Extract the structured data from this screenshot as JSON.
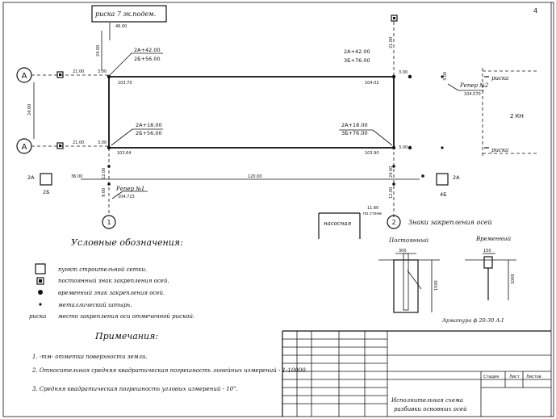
{
  "sheet": {
    "page_number": "4",
    "note_box": "риска 7 эк.подем.",
    "note_value": "46.00"
  },
  "axes": {
    "row_A_top": "А",
    "row_A_bottom": "А",
    "col_1": "1",
    "col_2": "2"
  },
  "dims": {
    "left_v_top": "24.00",
    "left_v_mid": "24.00",
    "top_h_left": "21.00",
    "mid_h_left": "21.00",
    "span_bottom": "120.00",
    "left_bottom_h": "36.00",
    "right_top_v": "21.00",
    "right_bottom_v": "24.00",
    "bottom_left_v1": "12.00",
    "bottom_left_v2": "9.00",
    "bottom_right_v": "12.00",
    "far_right_v": "3.00",
    "corner_tl": "3.00",
    "corner_tr": "3.00",
    "corner_bl": "3.00",
    "corner_br": "3.00"
  },
  "marks": {
    "tl_top": "2А+42.00",
    "tl_bottom": "2Б+56.00",
    "tr_top": "2А+42.00",
    "tr_bottom": "3Б+76.00",
    "bl_top": "2А+18.00",
    "bl_bottom": "2Б+56.00",
    "br_top": "2А+18.00",
    "br_bottom": "3Б+76.00",
    "elev_tl": "103.70",
    "elev_tr": "104.02",
    "elev_bl": "103.64",
    "elev_br": "103.90",
    "reper1_label": "Репер №1",
    "reper1_value": "104.723",
    "reper2_label": "Репер №2",
    "reper2_value": "104.570",
    "risk_top": "риска",
    "risk_bottom": "риска",
    "building": "2 КН",
    "grid_left_top": "2А",
    "grid_left_bottom": "2Б",
    "grid_right_top": "2А",
    "grid_right_bottom": "4Б",
    "pump_label": "насосная",
    "wall_note_1": "11.60",
    "wall_note_2": "по стене"
  },
  "legend": {
    "title": "Условные обозначения:",
    "items": [
      "пункт строительной сетки.",
      "постоянный знак закрепления осей.",
      "временный знак закрепления осей.",
      "металлический штырь.",
      "место закрепления оси отмеченной риской."
    ],
    "risk_word": "риска"
  },
  "signs": {
    "title": "Знаки закрепления осей",
    "permanent": "Постоянный",
    "temporary": "Временный",
    "dim_top_1": "300",
    "dim_top_2": "150",
    "dim_depth_1": "1500",
    "dim_depth_2": "1000",
    "reinforcement": "Арматура ф 20-30 А-I"
  },
  "notes": {
    "title": "Примечания:",
    "items": [
      "1. -тм- отметка поверхности земли.",
      "2. Относительная средняя квадратическая погрешность линейных измерений - 1:10000.",
      "3. Средняя квадратическая погрешность угловых измерений - 10\"."
    ]
  },
  "title_block": {
    "col_1": "Стадия",
    "col_2": "Лист",
    "col_3": "Листов",
    "caption_line1": "Исполнительная схема",
    "caption_line2": "разбивки основных осей"
  }
}
